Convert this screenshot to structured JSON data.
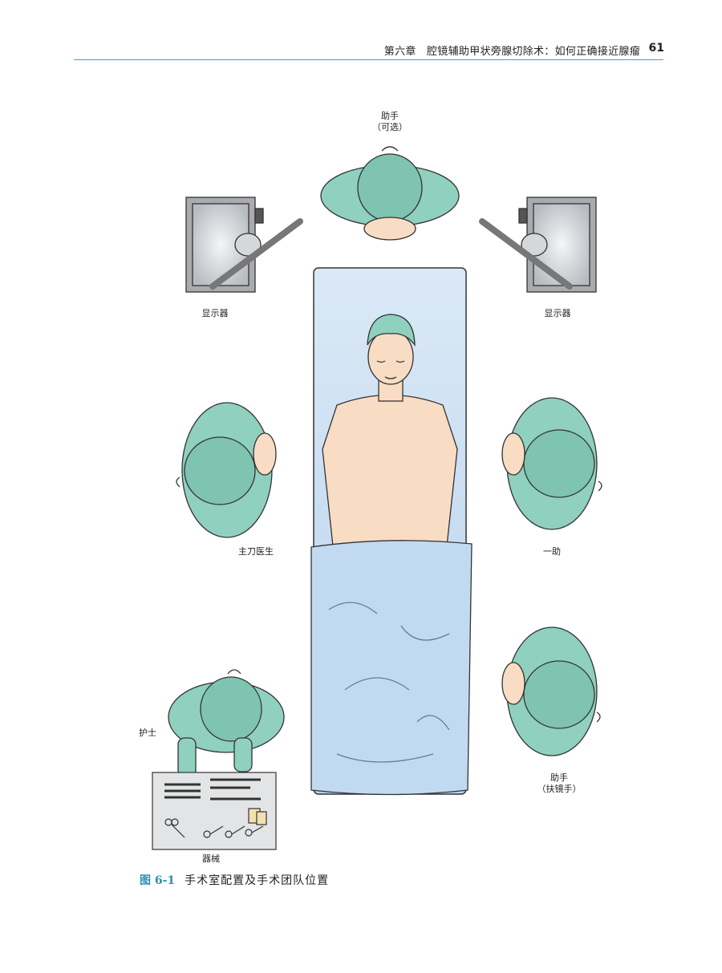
{
  "header": {
    "running_head": "第六章　腔镜辅助甲状旁腺切除术：如何正确接近腺瘤",
    "page_number": "61"
  },
  "figure": {
    "labels": {
      "assistant_top": "助手",
      "assistant_top_note": "（可选）",
      "monitor_left": "显示器",
      "monitor_right": "显示器",
      "surgeon": "主刀医生",
      "first_assistant": "一助",
      "scope_assistant": "助手",
      "scope_assistant_note": "（扶镜手）",
      "nurse": "护士",
      "instruments": "器械"
    },
    "caption_number": "图 6-1",
    "caption_title": "手术室配置及手术团队位置"
  },
  "colors": {
    "accent": "#2f8fb6",
    "rule": "#3aa6c8",
    "gown": "#8fd0bf",
    "gown_dark": "#6fb7a6",
    "skin": "#f8dcc4",
    "table": "#c9dff2",
    "drape": "#bcd6f0",
    "monitor": "#a9abae"
  }
}
